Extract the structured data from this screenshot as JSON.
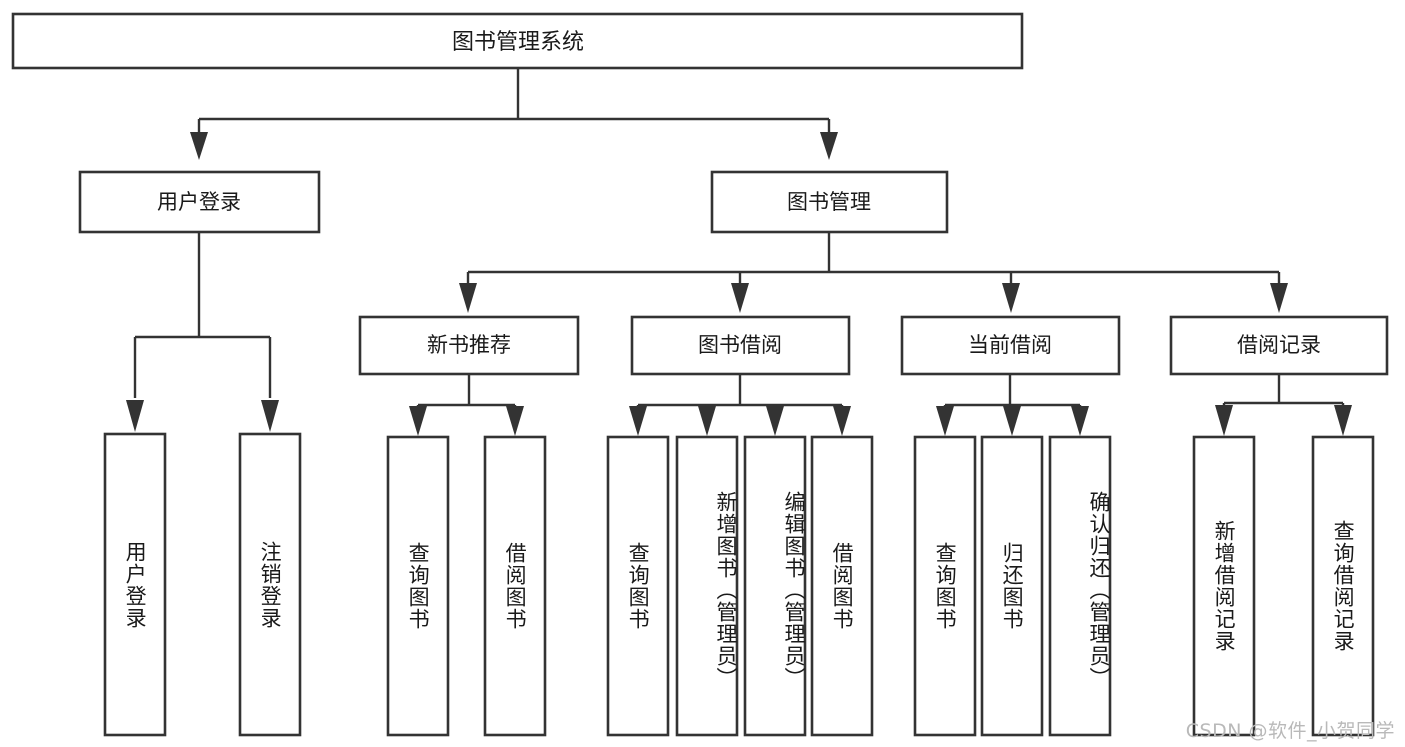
{
  "diagram": {
    "type": "tree",
    "title": "图书管理系统",
    "root": {
      "label": "图书管理系统"
    },
    "level2": [
      {
        "label": "用户登录"
      },
      {
        "label": "图书管理"
      }
    ],
    "level3": [
      {
        "label": "新书推荐",
        "parent": "图书管理"
      },
      {
        "label": "图书借阅",
        "parent": "图书管理"
      },
      {
        "label": "当前借阅",
        "parent": "图书管理"
      },
      {
        "label": "借阅记录",
        "parent": "图书管理"
      }
    ],
    "leaves": {
      "user_login": [
        {
          "label": "用户登录"
        },
        {
          "label": "注销登录"
        }
      ],
      "new_book_recommend": [
        {
          "label": "查询图书"
        },
        {
          "label": "借阅图书"
        }
      ],
      "book_borrow": [
        {
          "label": "查询图书"
        },
        {
          "label": "新增图书（管理员）"
        },
        {
          "label": "编辑图书（管理员）"
        },
        {
          "label": "借阅图书"
        }
      ],
      "current_borrow": [
        {
          "label": "查询图书"
        },
        {
          "label": "归还图书"
        },
        {
          "label": "确认归还（管理员）"
        }
      ],
      "borrow_record": [
        {
          "label": "新增借阅记录"
        },
        {
          "label": "查询借阅记录"
        }
      ]
    },
    "watermark": "CSDN @软件_小贺同学",
    "colors": {
      "background": "#ffffff",
      "box_fill": "#ffffff",
      "box_stroke": "#333333",
      "text": "#1a1a1a",
      "watermark": "#b9b9b9"
    }
  }
}
